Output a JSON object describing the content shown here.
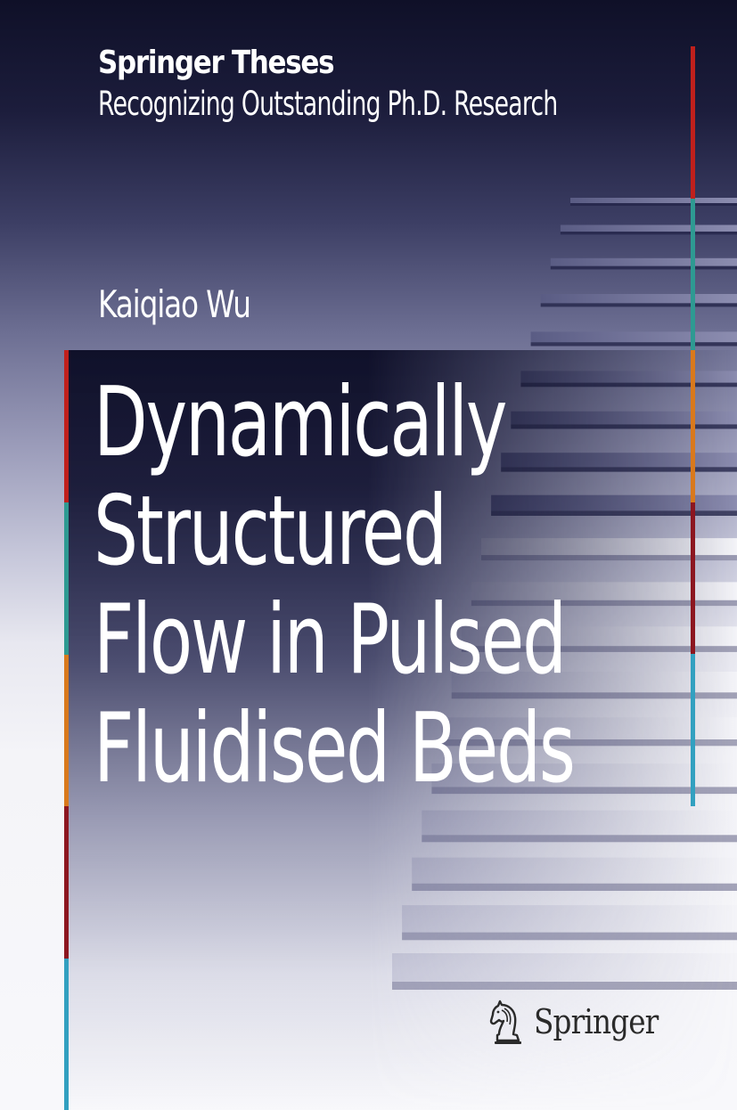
{
  "series": {
    "title": "Springer Theses",
    "subtitle": "Recognizing Outstanding Ph.D. Research"
  },
  "author": "Kaiqiao Wu",
  "book_title": {
    "lines": [
      "Dynamically",
      "Structured",
      "Flow in Pulsed",
      "Fluidised Beds"
    ]
  },
  "publisher": {
    "name": "Springer",
    "logo_icon": "chess-knight-horse-icon"
  },
  "accent_colors": {
    "red": "#c0201c",
    "teal": "#2e9a92",
    "orange": "#d9791c",
    "dark_red": "#8c1620",
    "cyan": "#32a0c0"
  }
}
